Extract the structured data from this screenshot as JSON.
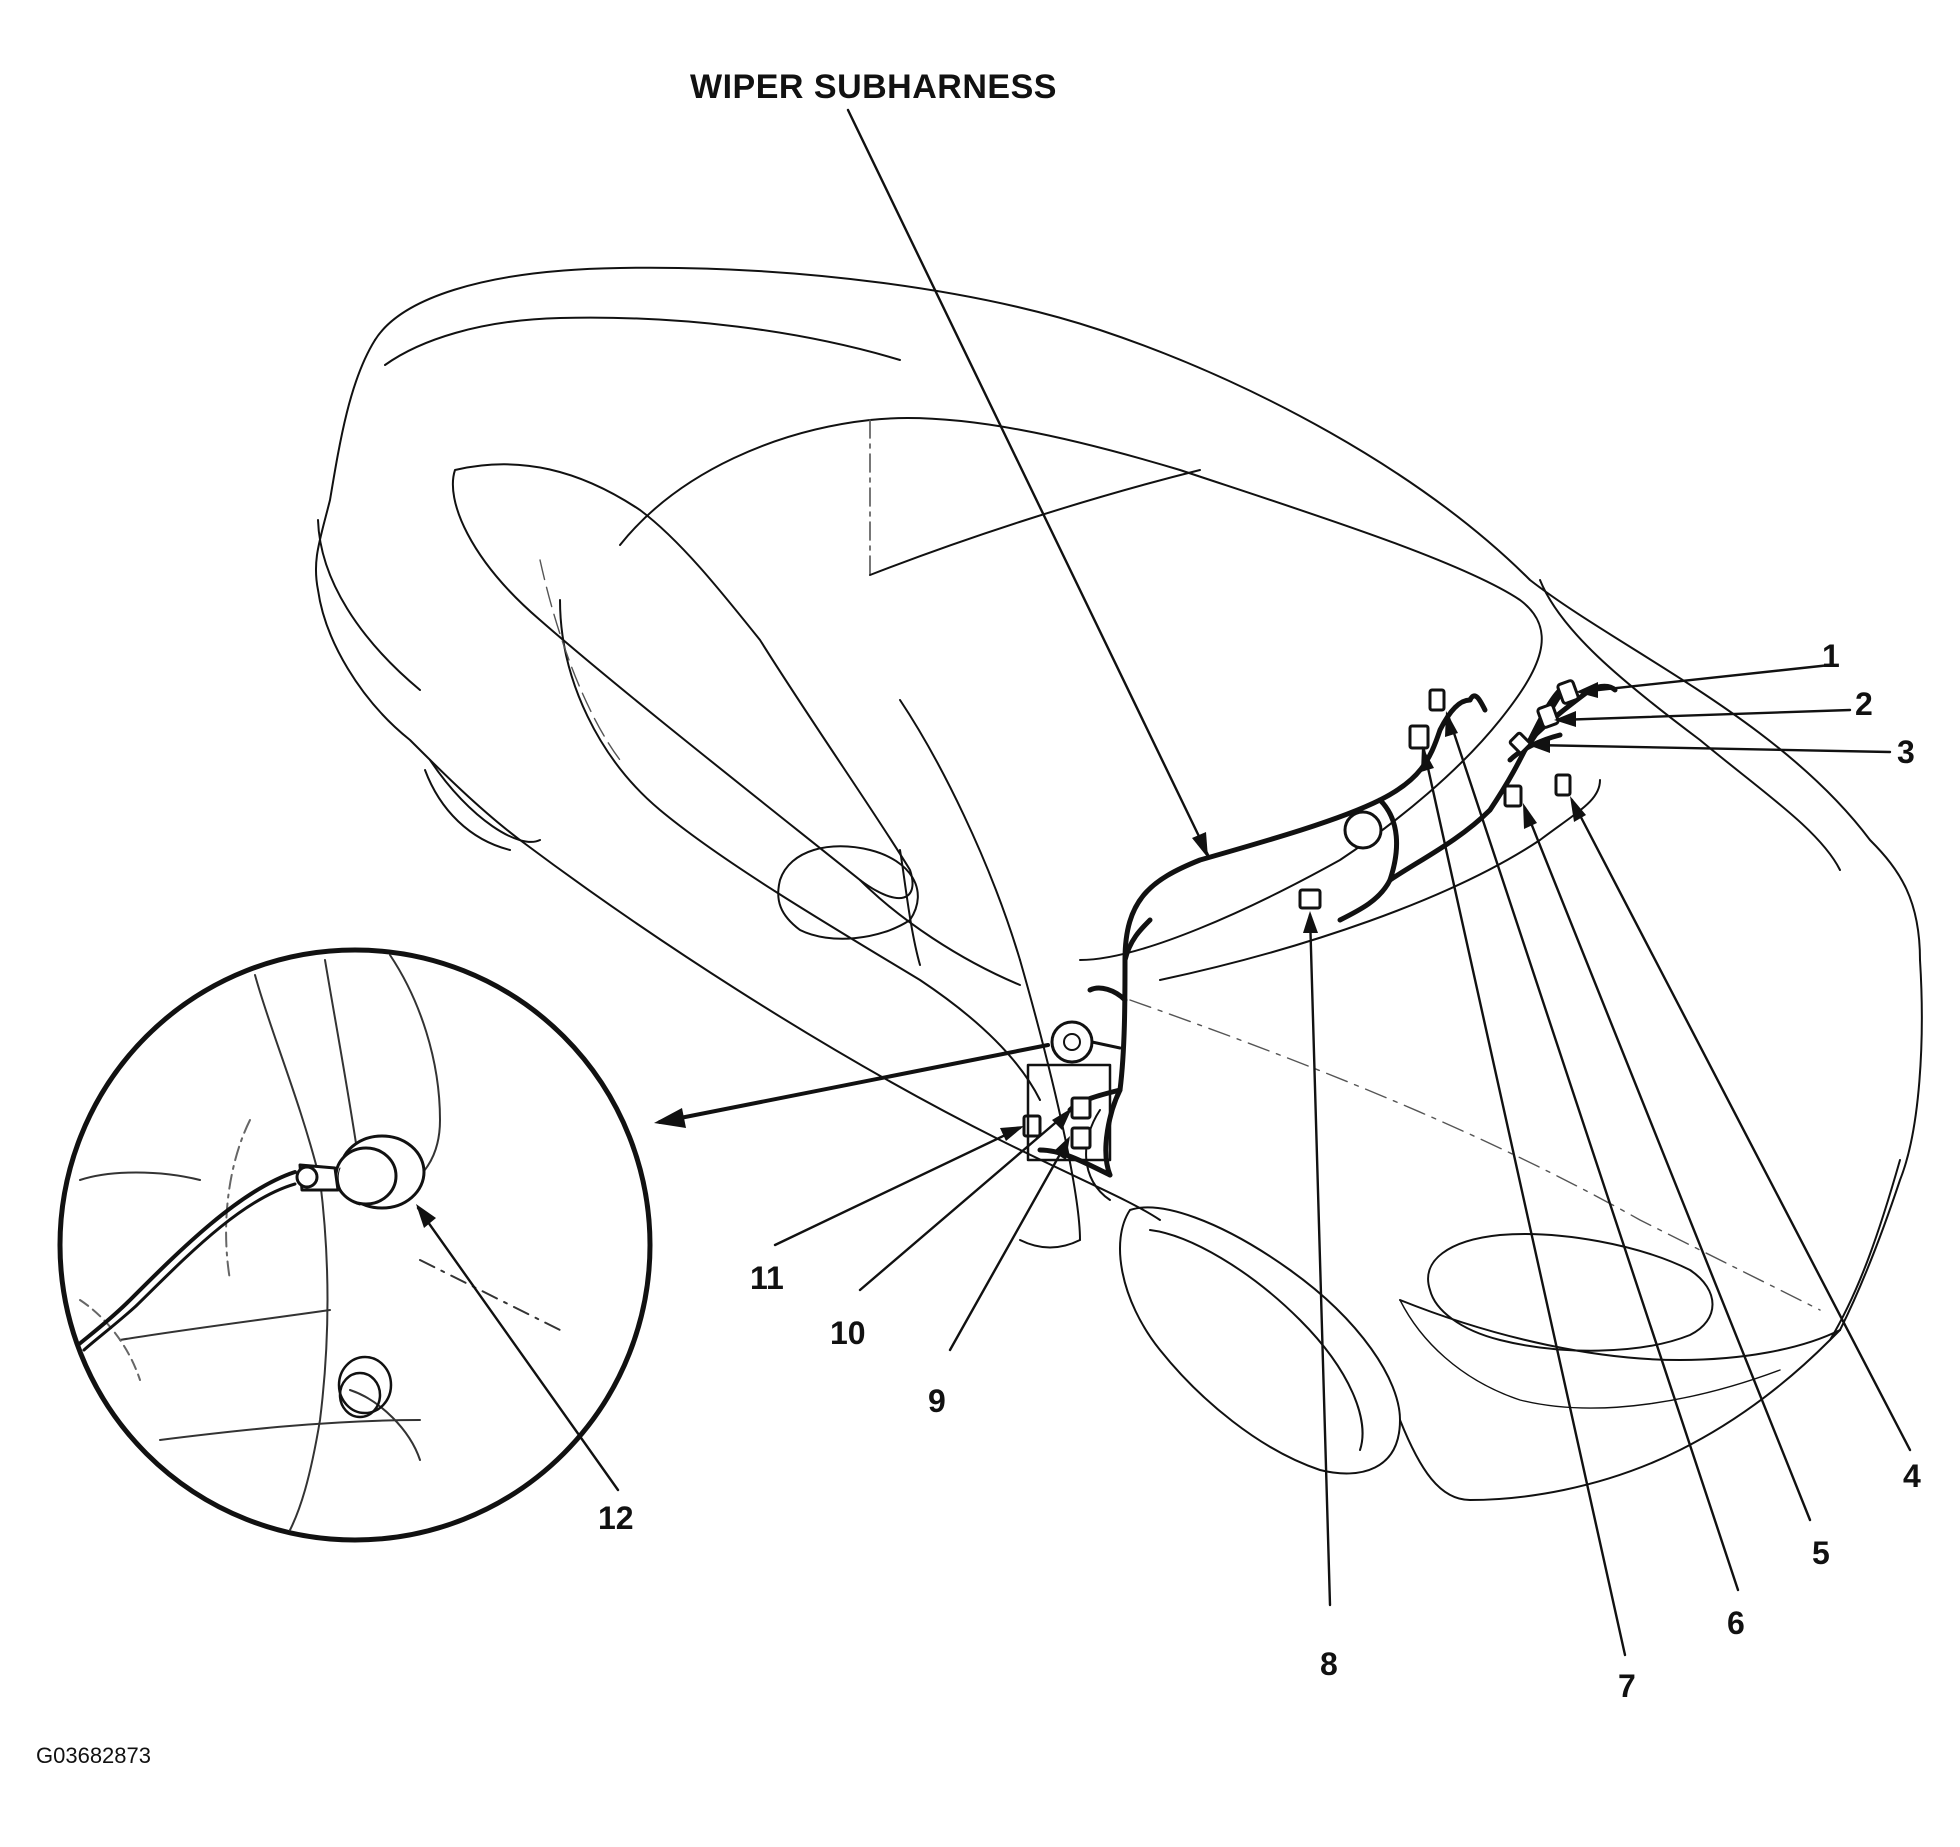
{
  "title": "WIPER SUBHARNESS",
  "figure_id": "G03682873",
  "callouts": {
    "c1": "1",
    "c2": "2",
    "c3": "3",
    "c4": "4",
    "c5": "5",
    "c6": "6",
    "c7": "7",
    "c8": "8",
    "c9": "9",
    "c10": "10",
    "c11": "11",
    "c12": "12"
  },
  "colors": {
    "line": "#111111",
    "faint": "#555555",
    "background": "#ffffff"
  }
}
